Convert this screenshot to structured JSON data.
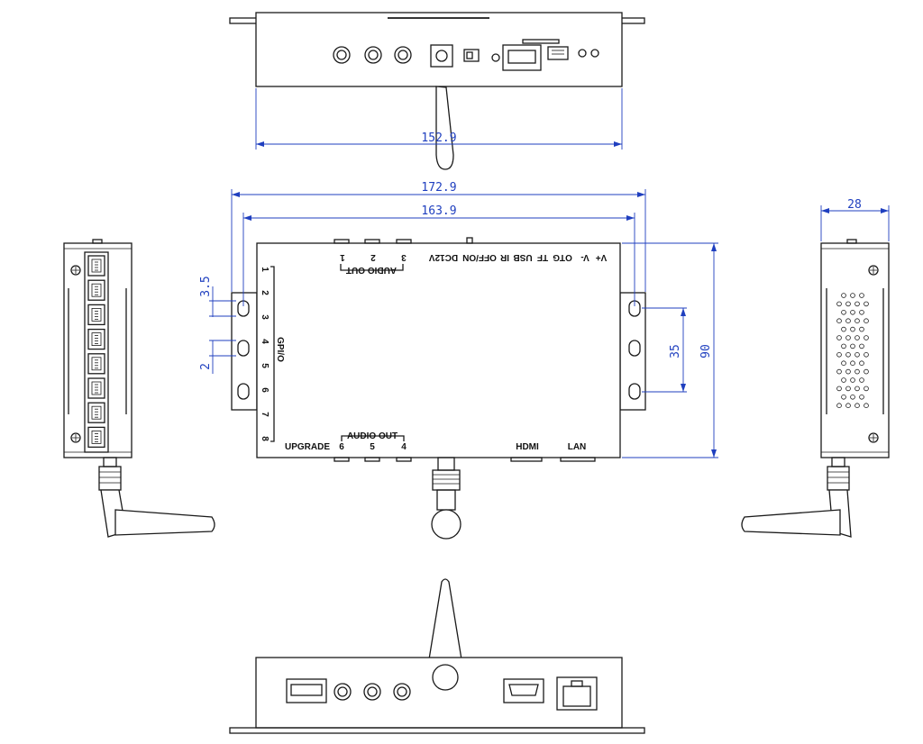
{
  "colors": {
    "outline": "#1a1a1a",
    "dimension": "#1f3fbf",
    "background": "#ffffff"
  },
  "dimensions": {
    "top_width": "152.9",
    "overall_length": "172.9",
    "hole_pitch_length": "163.9",
    "left_offset": "3.5",
    "hole_size": "2",
    "hole_pitch_height": "35",
    "height": "90",
    "depth": "28"
  },
  "labels": {
    "top_edge": {
      "audio_out": "AUDIO OUT",
      "audio_numbers": [
        "1",
        "2",
        "3"
      ],
      "dc12v": "DC12V",
      "off_on": "OFF/ON",
      "ir": "IR",
      "usb": "USB",
      "tf": "TF",
      "otg": "OTG",
      "v_minus": "V-",
      "v_plus": "V+"
    },
    "left_edge": {
      "gpio": "GPI/O",
      "numbers": [
        "1",
        "2",
        "3",
        "4",
        "5",
        "6",
        "7",
        "8"
      ]
    },
    "bottom_edge": {
      "upgrade": "UPGRADE",
      "audio_out": "AUDIO OUT",
      "audio_numbers": [
        "6",
        "5",
        "4"
      ],
      "hdmi": "HDMI",
      "lan": "LAN"
    }
  }
}
